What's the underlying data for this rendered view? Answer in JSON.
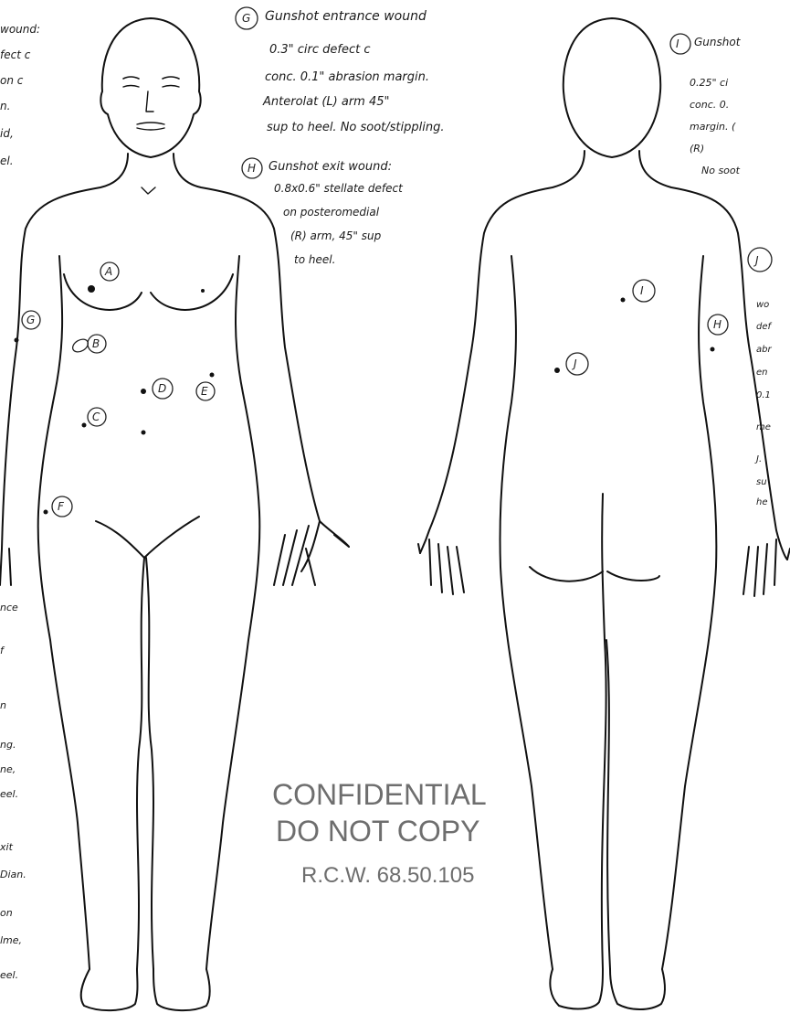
{
  "stamp": {
    "line1": "CONFIDENTIAL",
    "line2": "DO NOT COPY",
    "line3": "R.C.W. 68.50.105"
  },
  "notes": {
    "g": [
      "Gunshot entrance wound",
      "0.3\" circ defect c",
      "conc. 0.1\" abrasion margin.",
      "Anterolat (L) arm 45\"",
      "sup to heel. No soot/stippling."
    ],
    "h": [
      "Gunshot exit wound:",
      "0.8x0.6\" stellate defect",
      "on posteromedial",
      "(R) arm, 45\" sup",
      "to heel."
    ],
    "i": [
      "Gunshot",
      "0.25\" ci",
      "conc. 0.",
      "margin. (",
      "(R) ",
      "No soot"
    ],
    "j": [
      "J",
      "wo",
      "def",
      "abr",
      "en",
      "0.1",
      "me",
      "J.",
      "su",
      "he"
    ],
    "left_edge": [
      "wound:",
      "fect c",
      "on c",
      "n.",
      "id,",
      "el.",
      "nce",
      "f",
      "n",
      "ng.",
      "ne,",
      "eel.",
      "xit",
      "Dian.",
      "on",
      "lme,",
      "eel."
    ]
  },
  "wound_labels": [
    "A",
    "B",
    "C",
    "D",
    "E",
    "F",
    "G",
    "H",
    "I",
    "J"
  ],
  "figures": {
    "front": "anterior-body-outline",
    "back": "posterior-body-outline"
  }
}
